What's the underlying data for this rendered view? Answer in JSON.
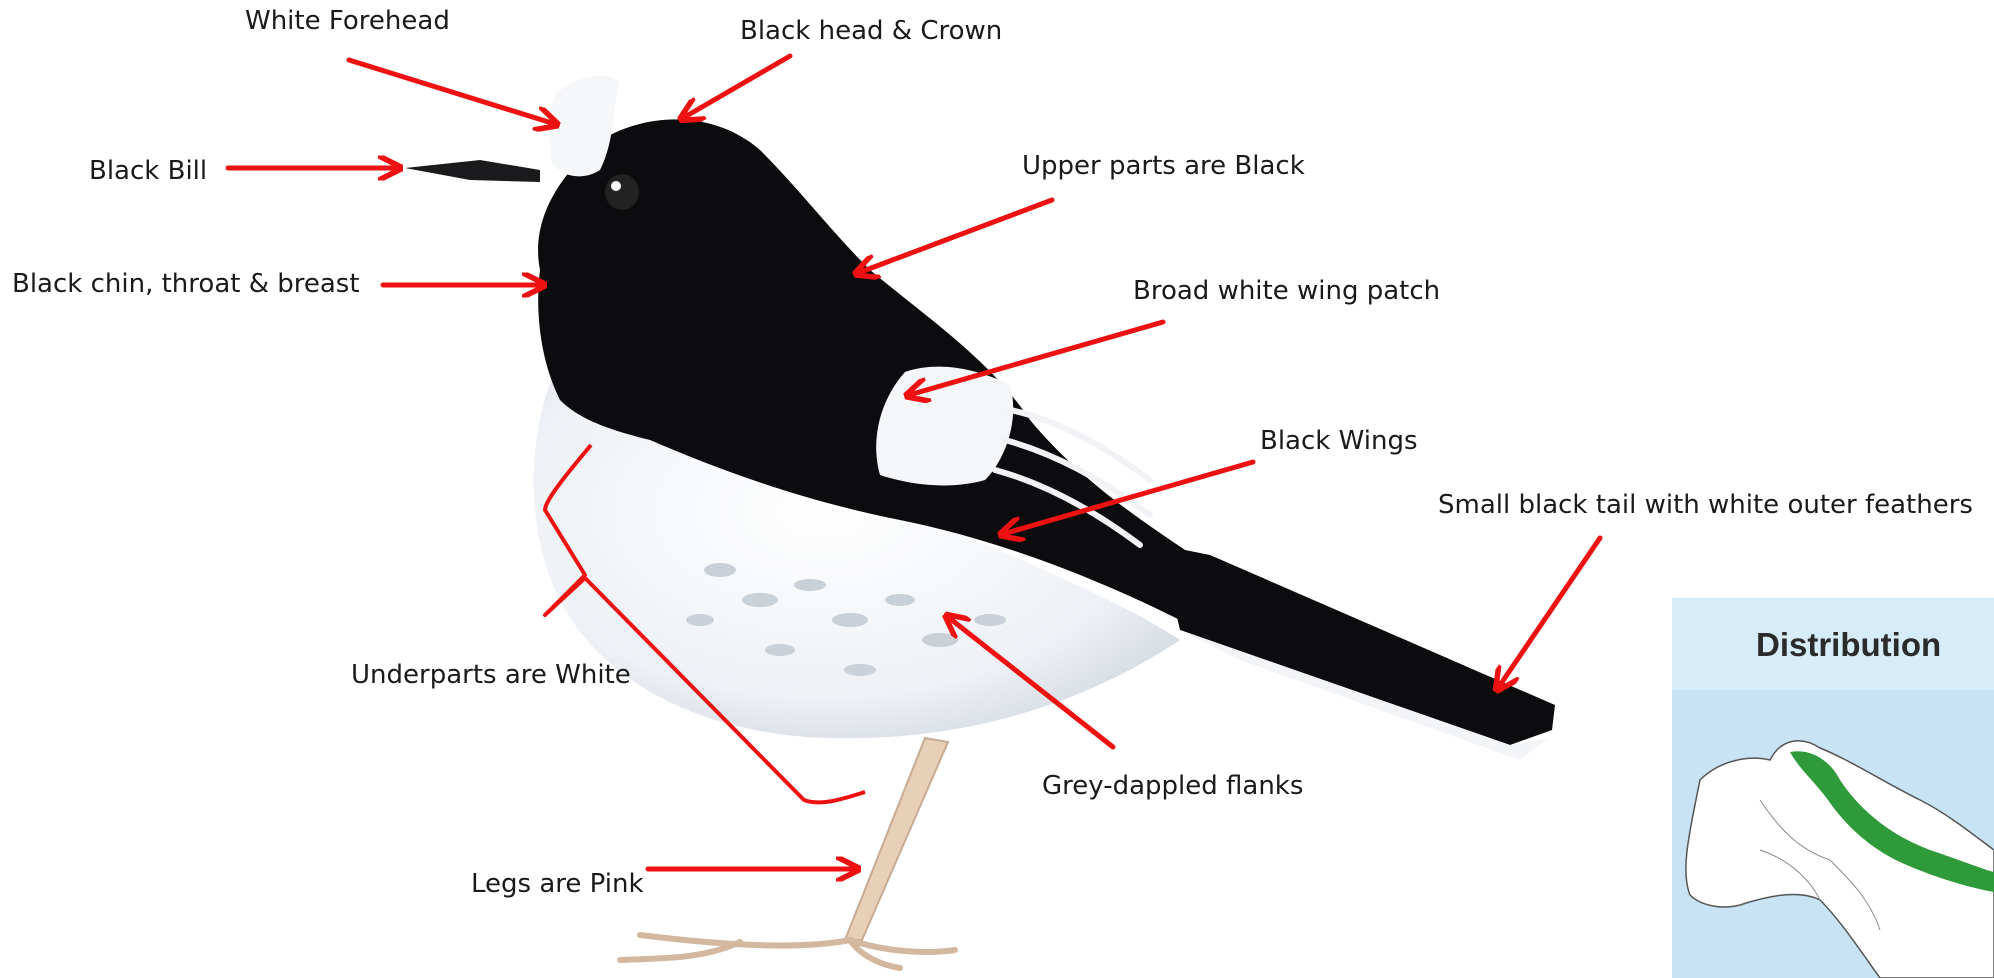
{
  "labels": {
    "white_forehead": "White Forehead",
    "black_head_crown": "Black head & Crown",
    "black_bill": "Black Bill",
    "upper_parts": "Upper parts are Black",
    "black_chin": "Black chin, throat & breast",
    "wing_patch": "Broad white wing patch",
    "black_wings": "Black Wings",
    "tail": "Small black tail with white outer feathers",
    "underparts": "Underparts are White",
    "flanks": "Grey-dappled flanks",
    "legs": "Legs are Pink"
  },
  "distribution": {
    "title": "Distribution"
  },
  "colors": {
    "arrow": "#ee1111",
    "plumage_black": "#0c0c0e",
    "plumage_white": "#f4f6f9",
    "legs": "#e8cfb8",
    "panel": "#d6ecf8",
    "map_land": "#ffffff",
    "map_sea": "#c8e4f4",
    "range": "#2e9a3a"
  }
}
